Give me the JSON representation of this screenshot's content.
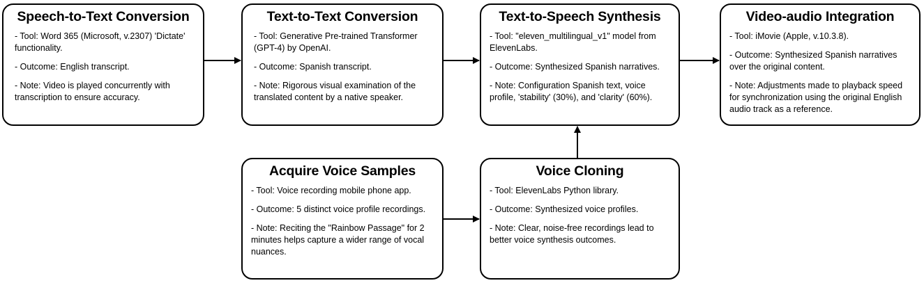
{
  "boxes": {
    "speech_to_text": {
      "title": "Speech-to-Text Conversion",
      "tool": "- Tool: Word 365 (Microsoft, v.2307) 'Dictate' functionality.",
      "outcome": "- Outcome: English transcript.",
      "note": "- Note: Video is played concurrently with transcription to ensure accuracy."
    },
    "text_to_text": {
      "title": "Text-to-Text Conversion",
      "tool": "- Tool: Generative Pre-trained Transformer (GPT-4) by OpenAI.",
      "outcome": "- Outcome: Spanish transcript.",
      "note": "- Note: Rigorous visual examination of the translated content by a native speaker."
    },
    "text_to_speech": {
      "title": "Text-to-Speech Synthesis",
      "tool": "- Tool: \"eleven_multilingual_v1\" model from ElevenLabs.",
      "outcome": "- Outcome: Synthesized Spanish narratives.",
      "note": "- Note: Configuration Spanish text, voice profile, 'stability' (30%), and 'clarity' (60%)."
    },
    "video_audio": {
      "title": "Video-audio Integration",
      "tool": "- Tool: iMovie (Apple, v.10.3.8).",
      "outcome": "- Outcome:  Synthesized Spanish narratives over the original content.",
      "note": "- Note: Adjustments made to playback speed for synchronization using the original English audio track as a reference."
    },
    "acquire_voice": {
      "title": "Acquire Voice Samples",
      "tool": "- Tool: Voice recording mobile phone app.",
      "outcome": "- Outcome: 5 distinct voice profile recordings.",
      "note": "- Note: Reciting the \"Rainbow Passage\" for 2 minutes helps capture a wider range of vocal nuances."
    },
    "voice_cloning": {
      "title": "Voice Cloning",
      "tool": "- Tool: ElevenLabs Python library.",
      "outcome": "- Outcome: Synthesized voice profiles.",
      "note": "- Note: Clear, noise-free recordings lead to better voice synthesis outcomes."
    }
  },
  "connections": [
    {
      "from": "Speech-to-Text Conversion",
      "to": "Text-to-Text Conversion"
    },
    {
      "from": "Text-to-Text Conversion",
      "to": "Text-to-Speech Synthesis"
    },
    {
      "from": "Text-to-Speech Synthesis",
      "to": "Video-audio Integration"
    },
    {
      "from": "Acquire Voice Samples",
      "to": "Voice Cloning"
    },
    {
      "from": "Voice Cloning",
      "to": "Text-to-Speech Synthesis"
    }
  ],
  "colors": {
    "line": "#000000",
    "background": "#ffffff"
  }
}
